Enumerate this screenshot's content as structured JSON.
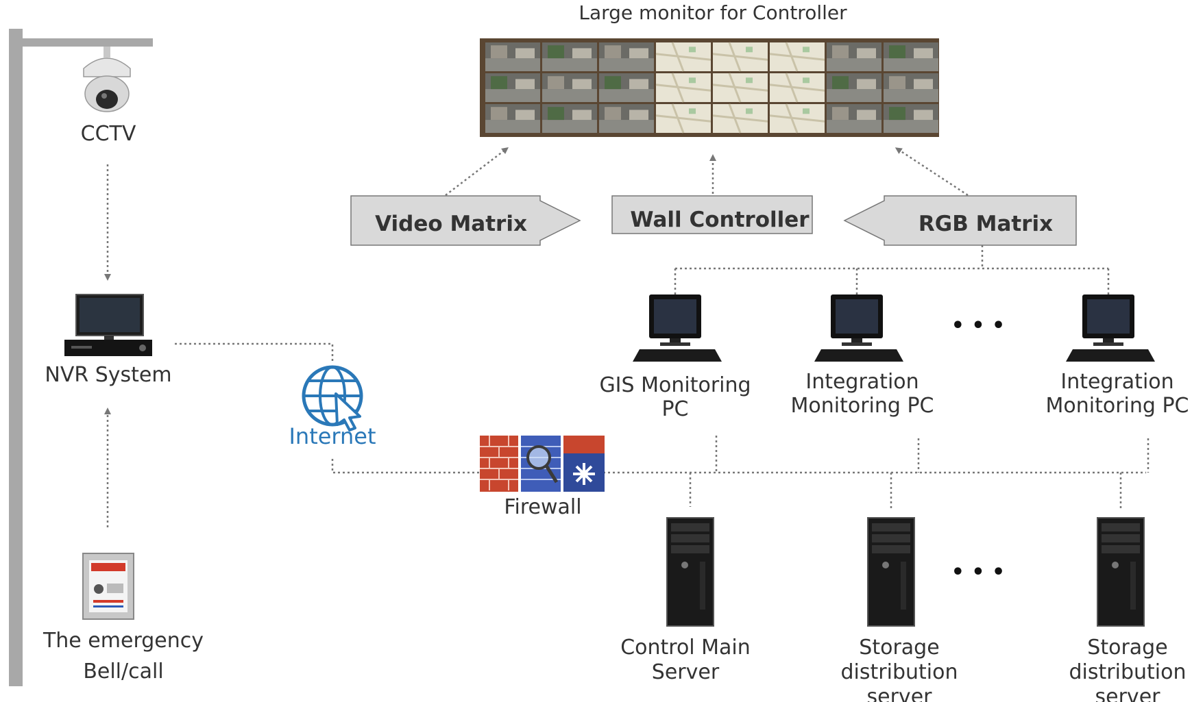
{
  "monitor_title": "Large monitor for Controller",
  "cctv_label": "CCTV",
  "nvr_label": "NVR System",
  "bell_label": [
    "The emergency",
    "Bell/call"
  ],
  "internet_label": "Internet",
  "firewall_label": "Firewall",
  "video_matrix_label": "Video Matrix",
  "wall_controller_label": "Wall Controller",
  "rgb_matrix_label": "RGB Matrix",
  "monitoring_pcs": [
    {
      "lines": [
        "GIS Monitoring",
        "PC"
      ]
    },
    {
      "lines": [
        "Integration",
        "Monitoring PC"
      ]
    },
    {
      "lines": [
        "Integration",
        "Monitoring PC"
      ]
    }
  ],
  "servers": [
    {
      "lines": [
        "Control Main",
        "Server"
      ]
    },
    {
      "lines": [
        "Storage",
        "distribution",
        "server"
      ]
    },
    {
      "lines": [
        "Storage",
        "distribution",
        "server"
      ]
    }
  ],
  "ellipsis": "• • •",
  "colors": {
    "box_fill": "#d9d9d9",
    "box_stroke": "#777777",
    "internet_blue": "#2a78b8",
    "monitor_frame": "#5a4632"
  }
}
